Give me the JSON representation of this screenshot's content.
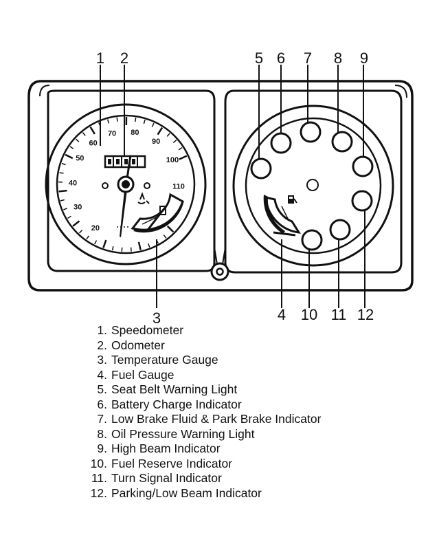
{
  "diagram": {
    "speedometer_scale": [
      "20",
      "30",
      "40",
      "50",
      "60",
      "70",
      "80",
      "90",
      "100",
      "110"
    ],
    "callout_numbers": [
      "1",
      "2",
      "3",
      "4",
      "5",
      "6",
      "7",
      "8",
      "9",
      "10",
      "11",
      "12"
    ],
    "legend": [
      {
        "num": "1.",
        "label": "Speedometer"
      },
      {
        "num": "2.",
        "label": "Odometer"
      },
      {
        "num": "3.",
        "label": "Temperature Gauge"
      },
      {
        "num": "4.",
        "label": "Fuel Gauge"
      },
      {
        "num": "5.",
        "label": "Seat Belt Warning Light"
      },
      {
        "num": "6.",
        "label": "Battery Charge Indicator"
      },
      {
        "num": "7.",
        "label": "Low Brake Fluid & Park Brake Indicator"
      },
      {
        "num": "8.",
        "label": "Oil Pressure Warning Light"
      },
      {
        "num": "9.",
        "label": "High Beam Indicator"
      },
      {
        "num": "10.",
        "label": "Fuel Reserve Indicator"
      },
      {
        "num": "11.",
        "label": "Turn Signal Indicator"
      },
      {
        "num": "12.",
        "label": "Parking/Low Beam Indicator"
      }
    ]
  }
}
